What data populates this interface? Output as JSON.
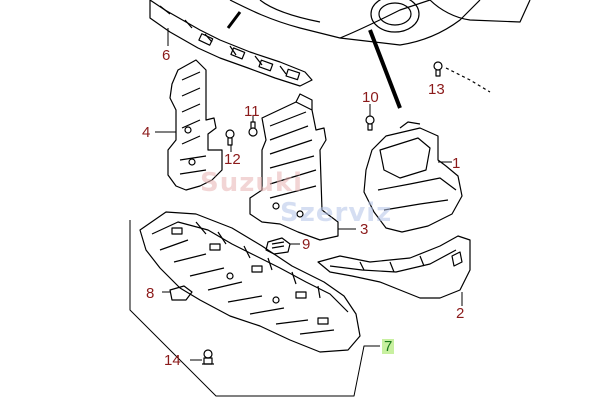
{
  "callouts": {
    "c1": "1",
    "c2": "2",
    "c3": "3",
    "c4": "4",
    "c6": "6",
    "c7": "7",
    "c8": "8",
    "c9": "9",
    "c10": "10",
    "c11": "11",
    "c12": "12",
    "c13": "13",
    "c14": "14"
  },
  "watermark": {
    "line1": "Suzuki",
    "line2": "Szerviz"
  },
  "colors": {
    "callout": "#8b1a1a",
    "highlight_bg": "#c8f0a0",
    "line": "#000000"
  }
}
